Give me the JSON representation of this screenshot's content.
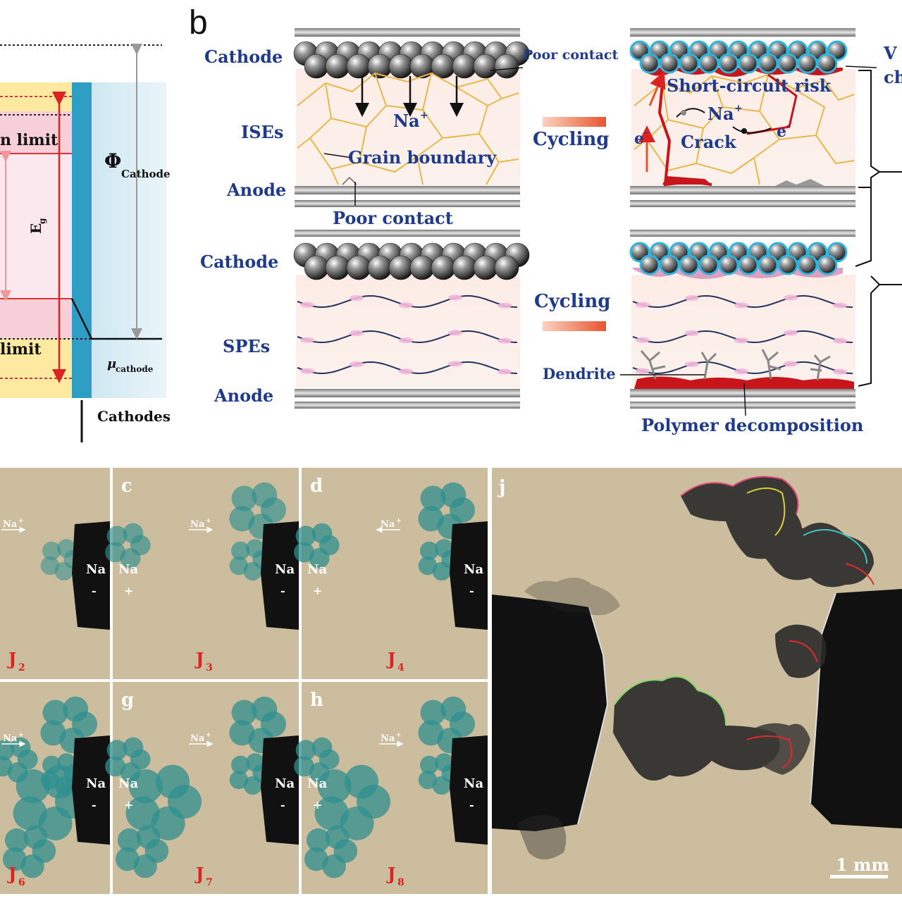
{
  "colors": {
    "label_blue": "#1f3a8a",
    "grain_boundary": "#e7b84a",
    "dendrite_red": "#c8141b",
    "cei_cyan": "#2fb4dc",
    "dendrite_teal": "#2f8f8f",
    "photo_bg": "#cbbd9d",
    "na_metal": "#111111",
    "limit_red": "#e0303a",
    "limit_band_yellow": "#fde9a0",
    "cathode_blue": "#2e9ec4"
  },
  "panel_a": {
    "upper_limit_label": "n limit",
    "lower_limit_label": "limit",
    "gap_label": "E",
    "gap_sub": "g",
    "phi_label": "Φ",
    "phi_sub": "Cathode",
    "mu_label": "μ",
    "mu_sub": "cathode",
    "cathodes_label": "Cathodes"
  },
  "panel_b": {
    "letter": "b",
    "ise": {
      "cathode": "Cathode",
      "electrolyte": "ISEs",
      "anode": "Anode",
      "poor_contact_top": "Poor contact",
      "grain_boundary": "Grain boundary",
      "poor_contact_bottom": "Poor contact",
      "na_ion": "Na",
      "na_charge": "+",
      "cycling": "Cycling"
    },
    "ise_cycled": {
      "short_circuit": "Short-circuit risk",
      "na_ion": "Na",
      "na_charge": "+",
      "crack": "Crack",
      "electron_left": "e",
      "electron_right": "e",
      "electron_charge": "-",
      "right_cut_1": "V",
      "right_cut_2": "ch"
    },
    "spe": {
      "cathode": "Cathode",
      "electrolyte": "SPEs",
      "anode": "Anode",
      "cycling": "Cycling",
      "dendrite": "Dendrite",
      "polymer_decomposition": "Polymer decomposition"
    }
  },
  "photos": {
    "ion": "Na",
    "ion_charge": "+",
    "metal": "Na",
    "minus": "-",
    "plus": "+",
    "scale_bar": "1 mm",
    "panels": [
      {
        "letter": "",
        "j": "J",
        "j_sub": "2"
      },
      {
        "letter": "c",
        "j": "J",
        "j_sub": "3"
      },
      {
        "letter": "d",
        "j": "J",
        "j_sub": "4"
      },
      {
        "letter": "",
        "j": "J",
        "j_sub": "6"
      },
      {
        "letter": "g",
        "j": "J",
        "j_sub": "7"
      },
      {
        "letter": "h",
        "j": "J",
        "j_sub": "8"
      },
      {
        "letter": "j"
      }
    ]
  }
}
